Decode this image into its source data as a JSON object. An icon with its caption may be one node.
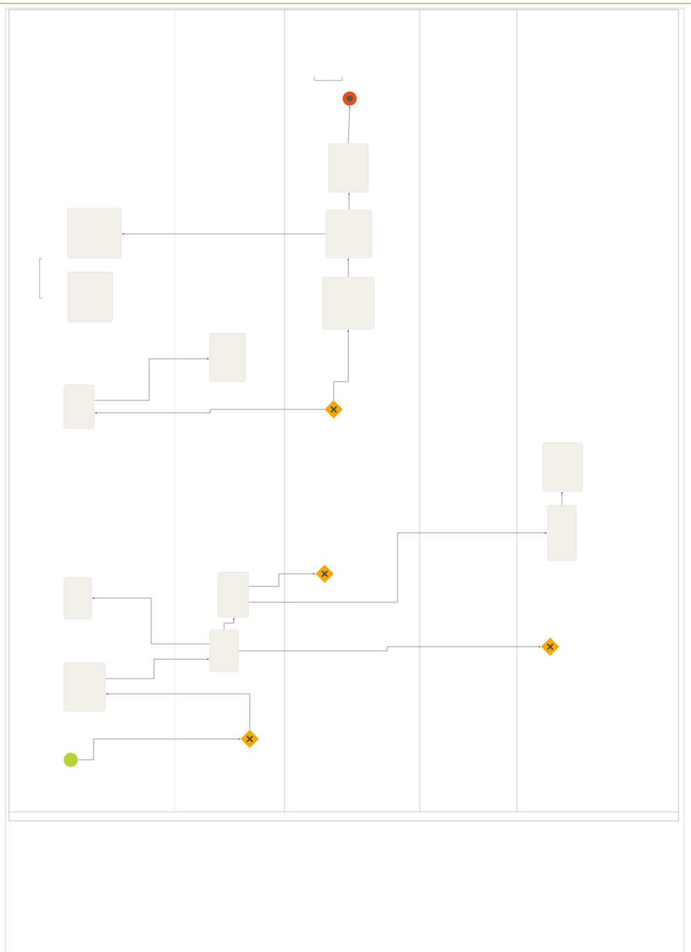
{
  "diagram": {
    "nodes": [
      {
        "text": [],
        "shape": "circle"
      },
      {
        "text": [],
        "shape": "diamond"
      },
      {
        "text": [],
        "shape": "box"
      },
      {
        "text": [],
        "shape": "box"
      },
      {
        "text": [],
        "shape": "box"
      },
      {
        "text": [],
        "shape": "box"
      },
      {
        "text": [],
        "shape": "diamond"
      },
      {
        "text": [],
        "shape": "box"
      },
      {
        "text": [],
        "shape": "box"
      },
      {
        "text": [],
        "shape": "diamond"
      },
      {
        "text": [],
        "shape": "diamond"
      },
      {
        "text": [],
        "shape": "box"
      },
      {
        "text": [],
        "shape": "box"
      },
      {
        "text": [],
        "shape": "box"
      },
      {
        "text": [],
        "shape": "box"
      },
      {
        "text": [],
        "shape": "box"
      },
      {
        "text": [],
        "shape": "box"
      },
      {
        "text": [],
        "shape": "box"
      },
      {
        "text": [],
        "shape": "circle"
      }
    ],
    "edges": [
      {
        "from": 0,
        "to": 1,
        "arrow": "to"
      },
      {
        "from": 1,
        "to": 2,
        "arrow": "to"
      },
      {
        "from": 2,
        "to": 3,
        "arrow": "to"
      },
      {
        "from": 3,
        "to": 4,
        "arrow": "to"
      },
      {
        "from": 3,
        "to": 5,
        "arrow": "to"
      },
      {
        "from": 3,
        "to": 9,
        "arrow": "to"
      },
      {
        "from": 5,
        "to": 6,
        "arrow": "to"
      },
      {
        "from": 5,
        "to": 7,
        "arrow": "to"
      },
      {
        "from": 7,
        "to": 8,
        "arrow": "to"
      },
      {
        "from": 10,
        "to": 11,
        "arrow": "to"
      },
      {
        "from": 11,
        "to": 12,
        "arrow": "to"
      },
      {
        "from": 10,
        "to": 13,
        "arrow": "to"
      },
      {
        "from": 13,
        "to": 16,
        "arrow": "to"
      },
      {
        "from": 16,
        "to": 15,
        "arrow": "to"
      },
      {
        "from": 16,
        "to": 17,
        "arrow": "to"
      },
      {
        "from": 17,
        "to": 18,
        "arrow": "to"
      }
    ]
  }
}
